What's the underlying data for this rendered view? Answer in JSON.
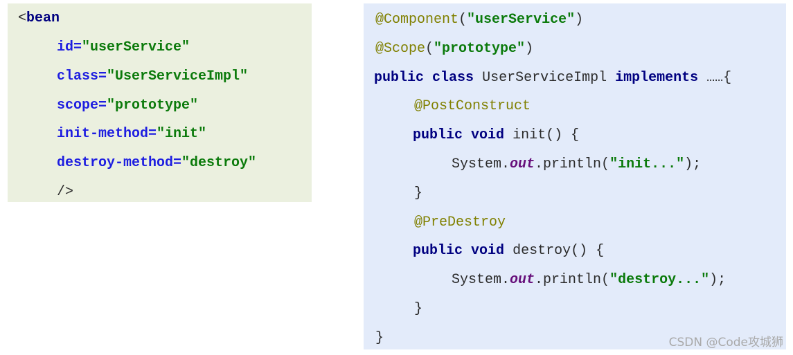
{
  "xml_config": {
    "open_bracket": "<",
    "tag": "bean",
    "attributes": [
      {
        "name": "id=",
        "value": "\"userService\""
      },
      {
        "name": "class=",
        "value": "\"UserServiceImpl\""
      },
      {
        "name": "scope=",
        "value": "\"prototype\""
      },
      {
        "name": "init-method=",
        "value": "\"init\""
      },
      {
        "name": "destroy-method=",
        "value": "\"destroy\""
      }
    ],
    "close": "/>"
  },
  "java_code": {
    "line1": {
      "annotation": "@Component",
      "open": "(",
      "string": "\"userService\"",
      "close": ")"
    },
    "line2": {
      "annotation": "@Scope",
      "open": "(",
      "string": "\"prototype\"",
      "close": ")"
    },
    "line3": {
      "kw1": "public",
      "kw2": "class",
      "name": "UserServiceImpl",
      "kw3": "implements",
      "rest": "……{"
    },
    "line4": {
      "annotation": "@PostConstruct"
    },
    "line5": {
      "kw1": "public",
      "kw2": "void",
      "sig": "init() {"
    },
    "line6": {
      "obj": "System.",
      "field": "out",
      "call": ".println(",
      "string": "\"init...\"",
      "end": ");"
    },
    "line7": {
      "brace": "}"
    },
    "line8": {
      "annotation": "@PreDestroy"
    },
    "line9": {
      "kw1": "public",
      "kw2": "void",
      "sig": "destroy() {"
    },
    "line10": {
      "obj": "System.",
      "field": "out",
      "call": ".println(",
      "string": "\"destroy...\"",
      "end": ");"
    },
    "line11": {
      "brace": "}"
    },
    "line12": {
      "brace": "}"
    }
  },
  "watermark": "CSDN @Code攻城狮"
}
